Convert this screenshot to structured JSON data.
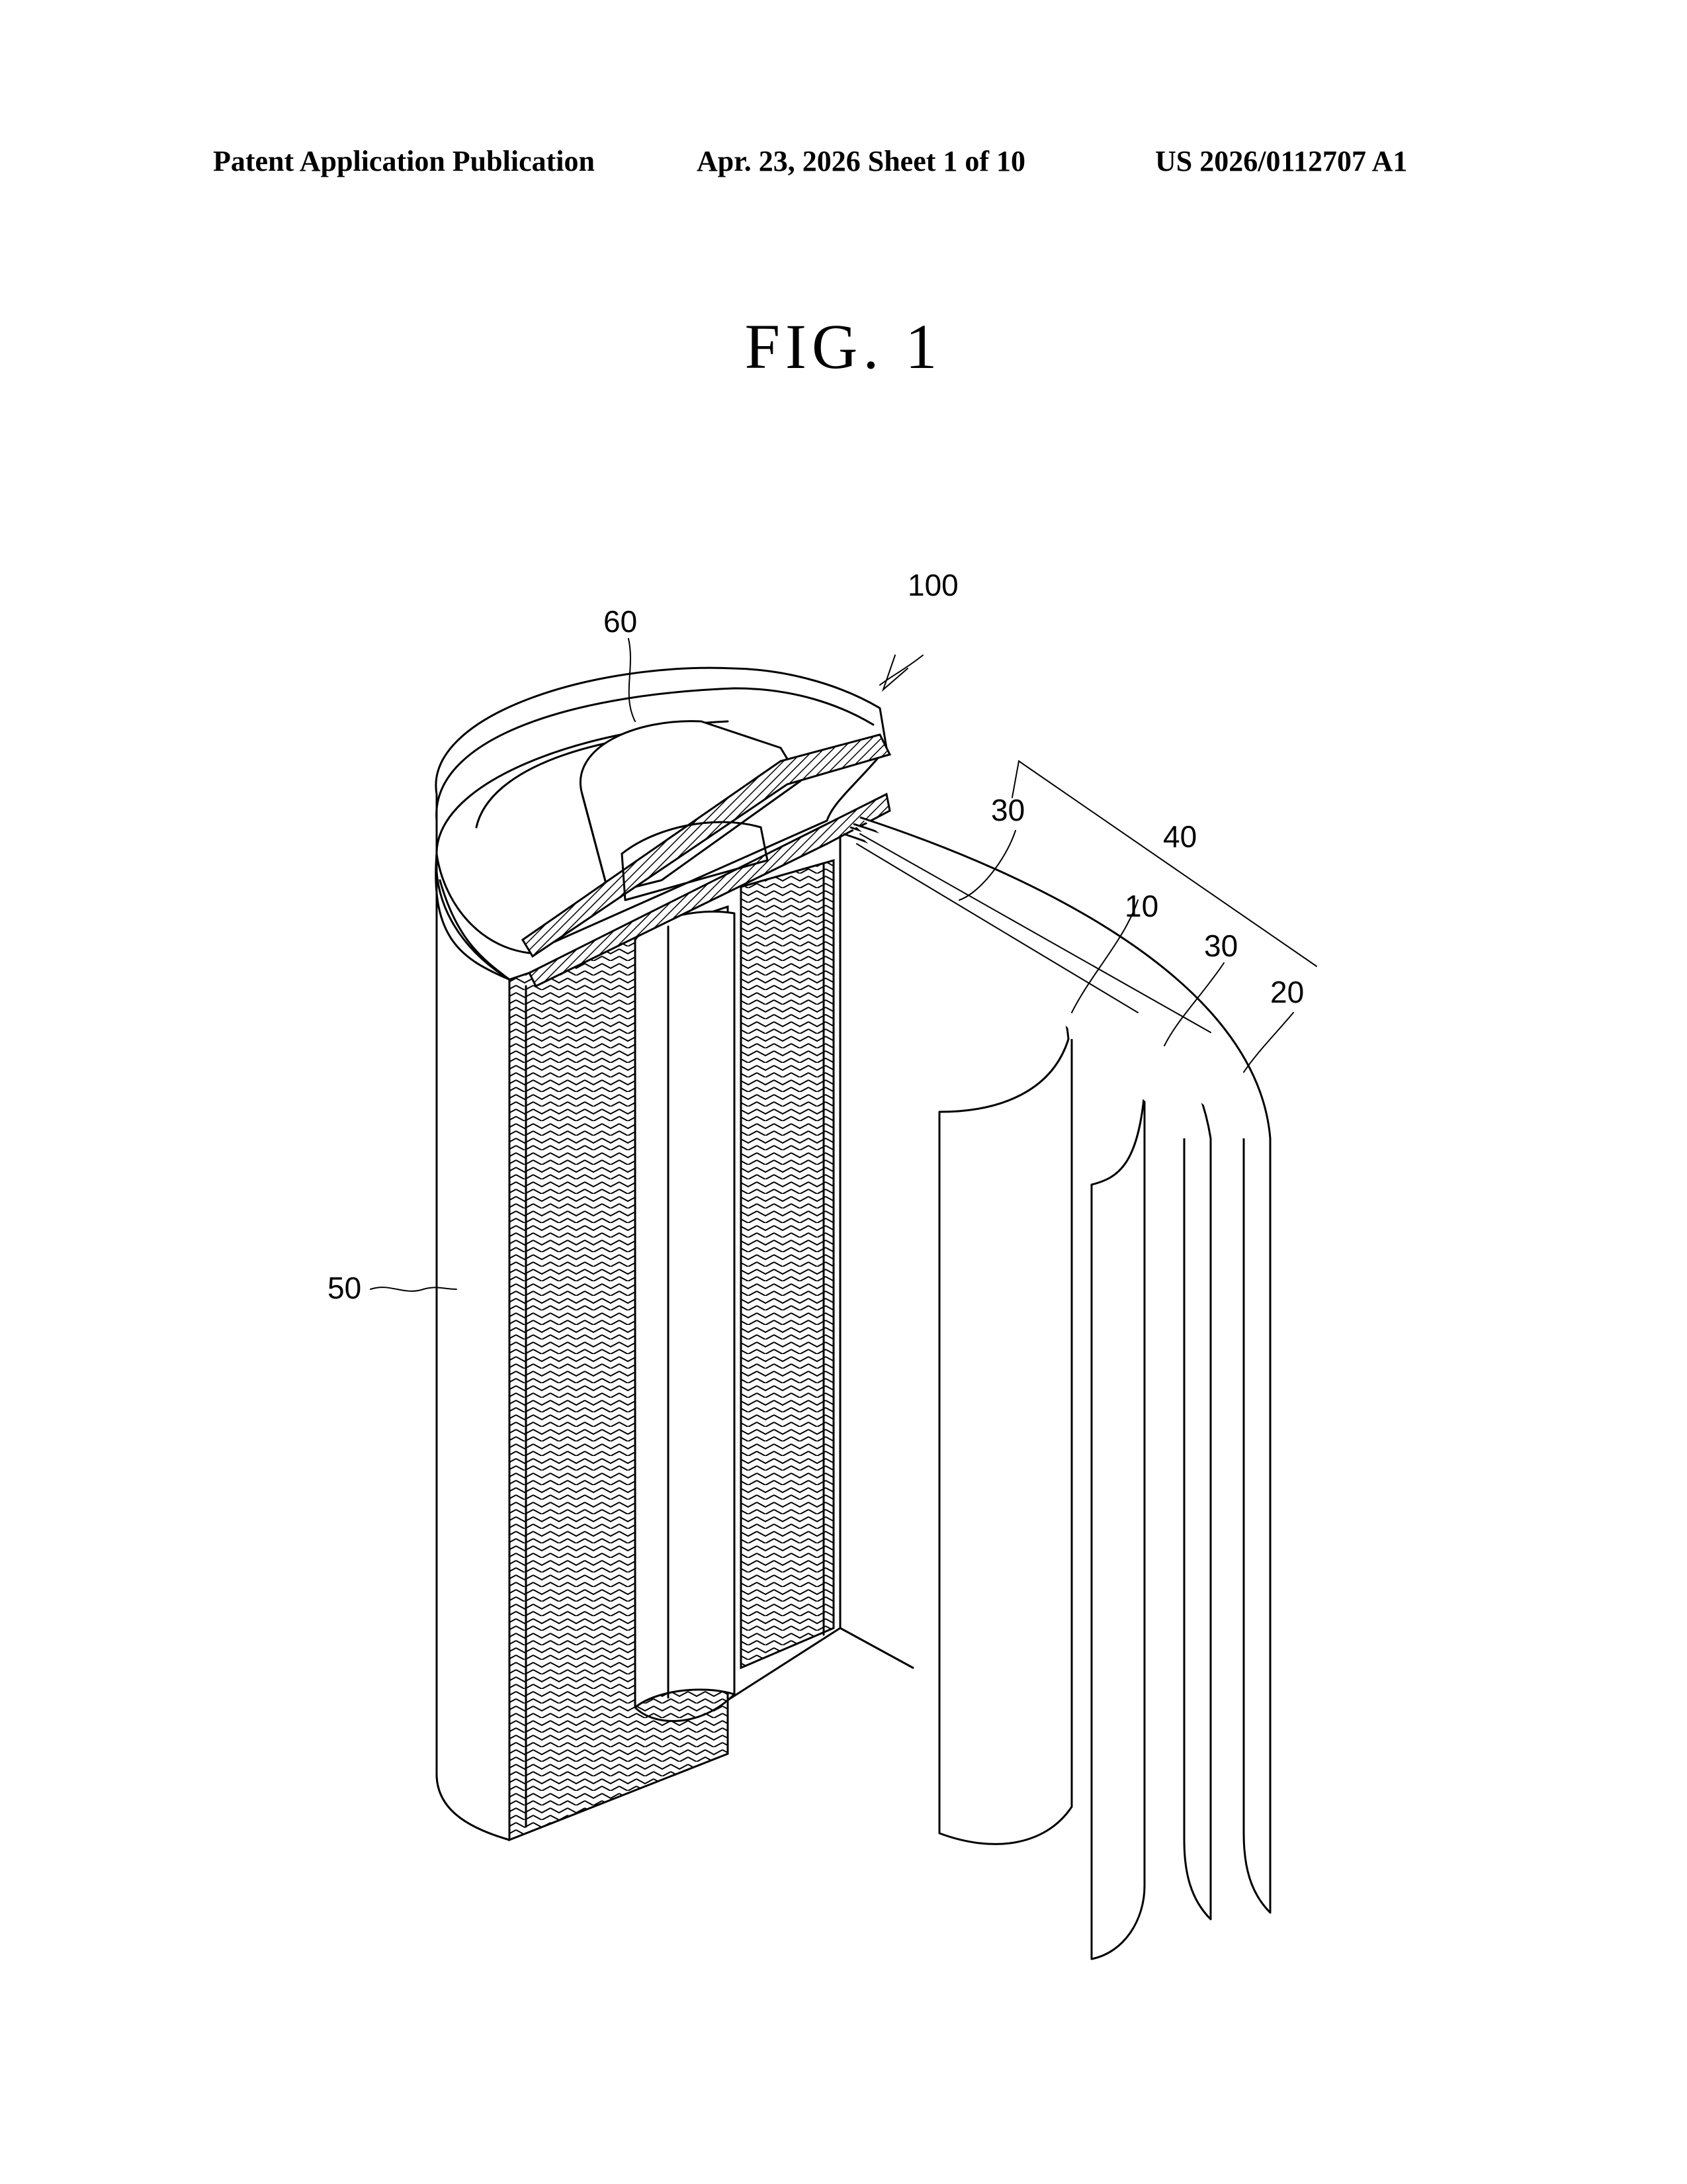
{
  "header": {
    "left": "Patent Application Publication",
    "middle": "Apr. 23, 2026  Sheet 1 of 10",
    "right": "US 2026/0112707 A1"
  },
  "figure": {
    "title": "FIG.  1",
    "reference_numerals": {
      "battery": "100",
      "cap_assembly": "60",
      "electrode_assembly": "40",
      "separator_inner": "30",
      "separator_outer": "30",
      "positive_electrode": "10",
      "negative_electrode": "20",
      "case": "50"
    }
  }
}
